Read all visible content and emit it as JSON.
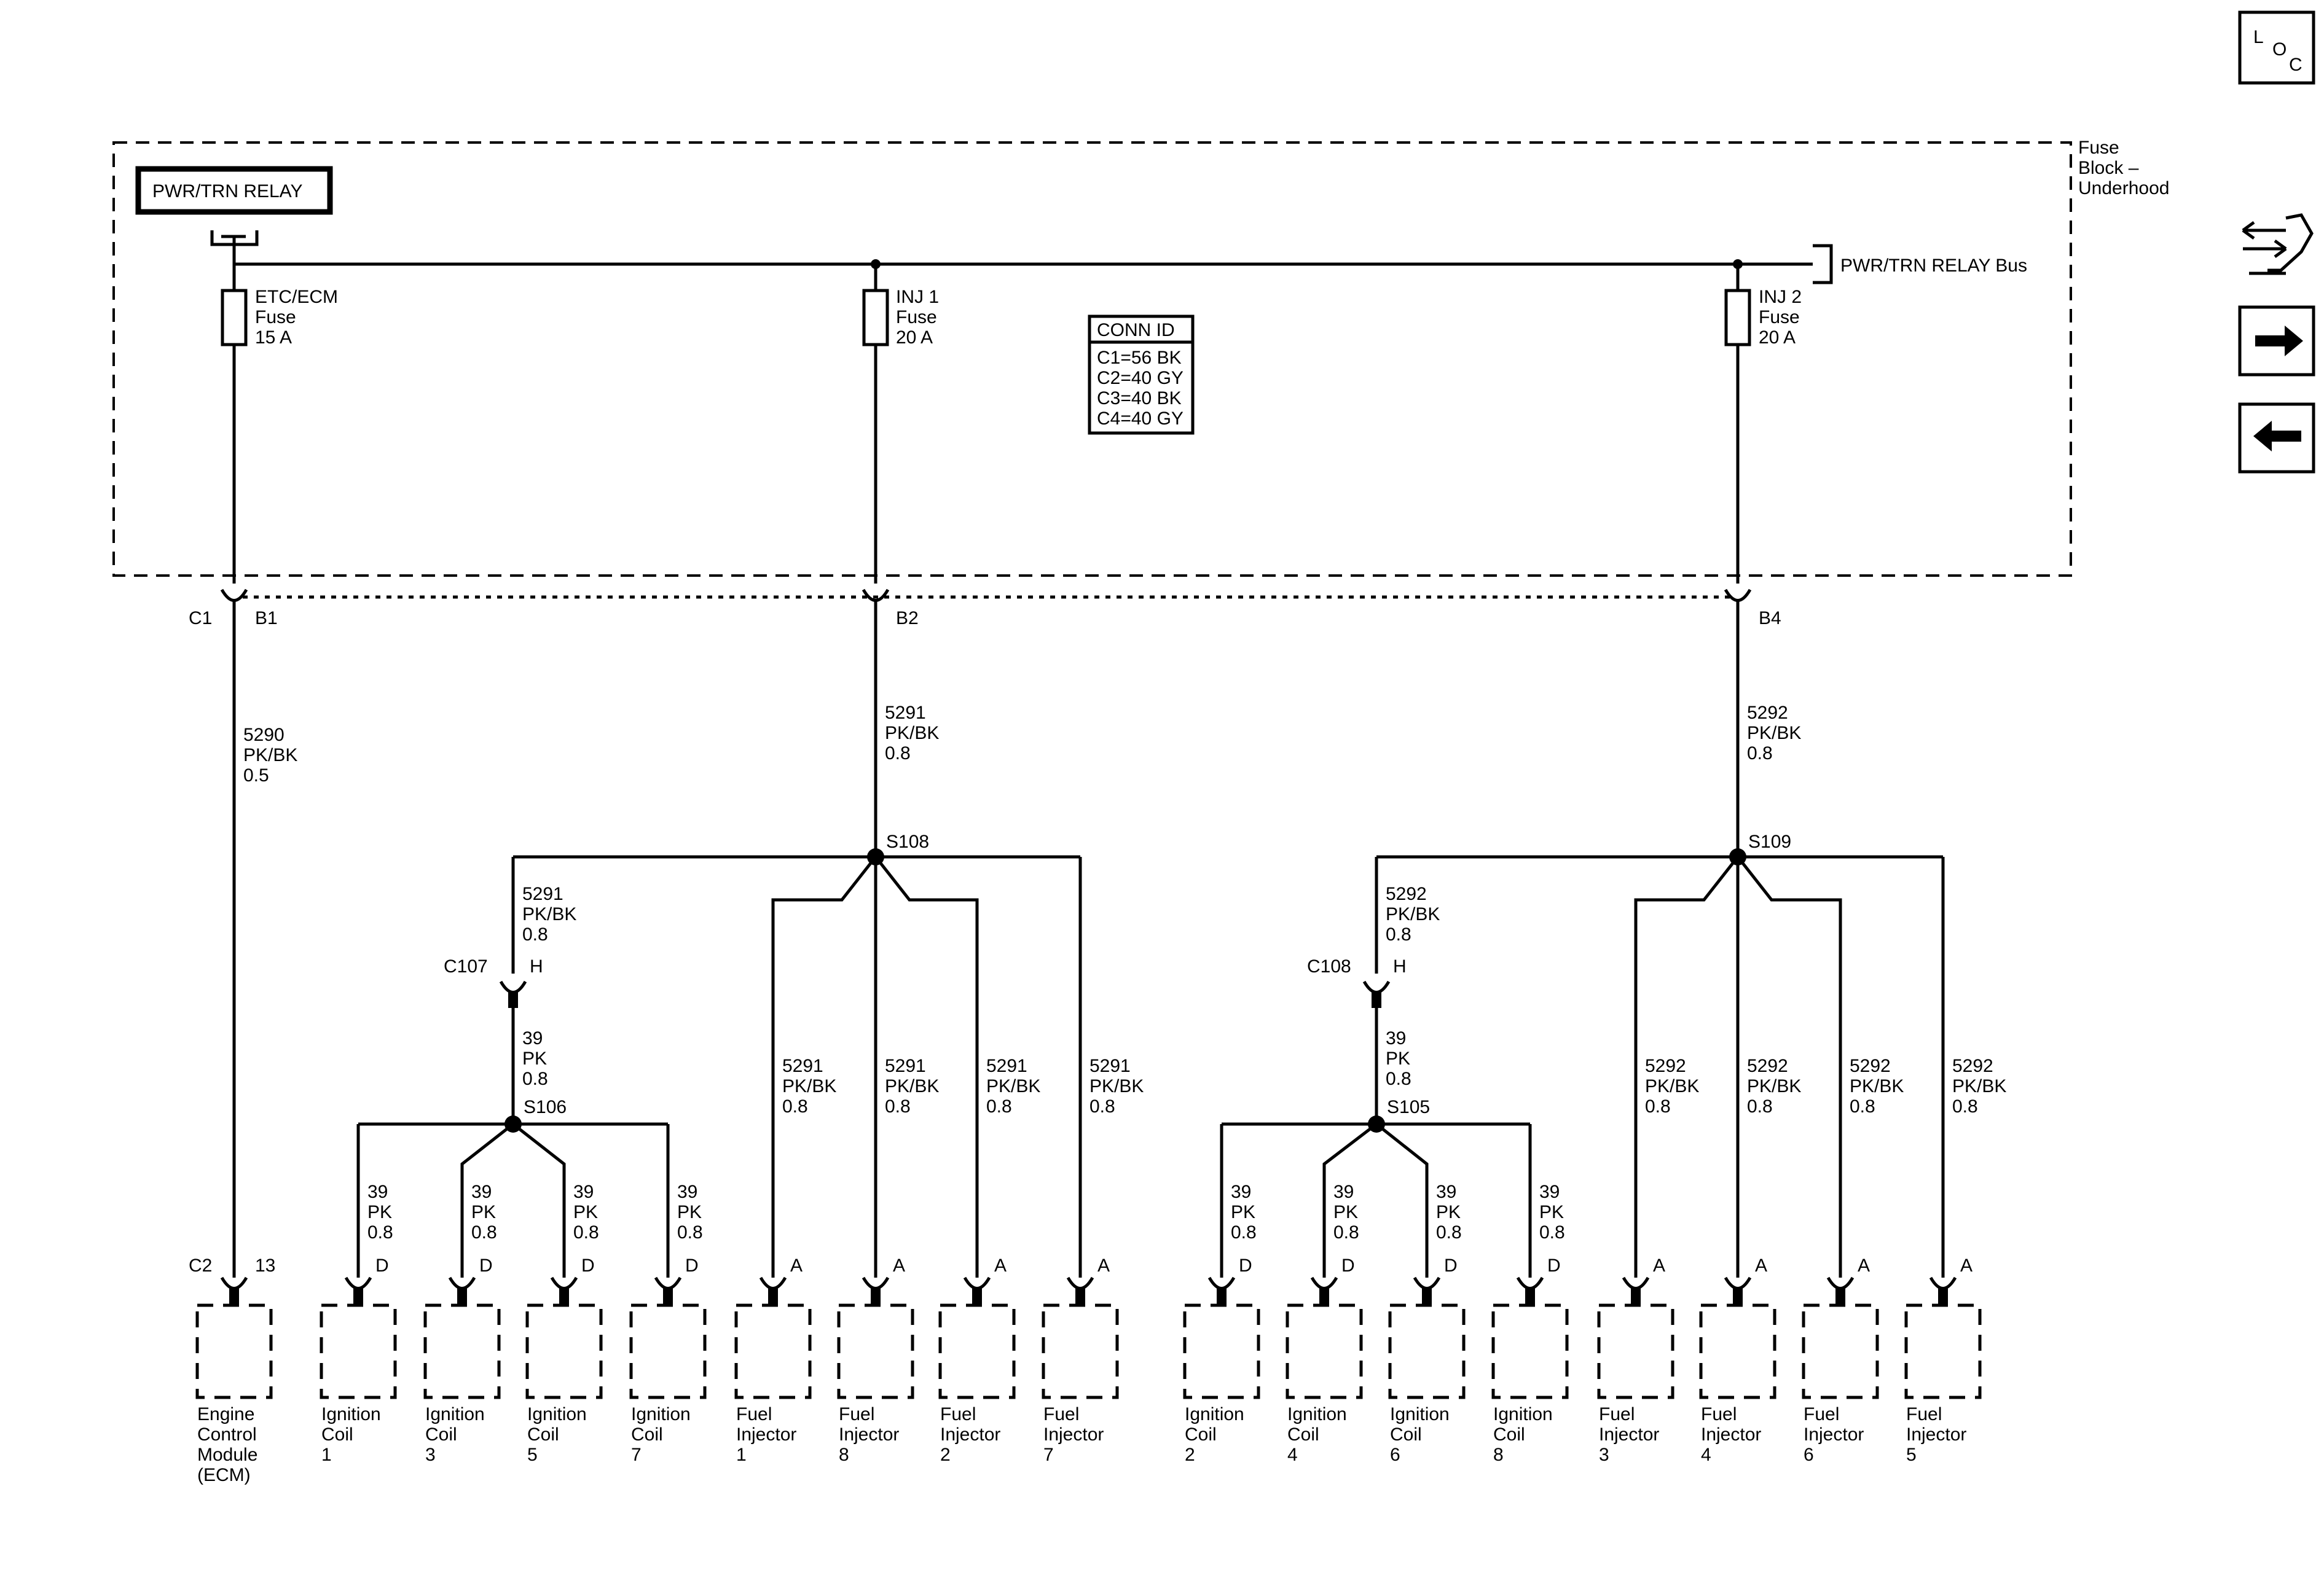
{
  "nav": {
    "loc_l": "L",
    "loc_o": "O",
    "loc_c": "C"
  },
  "fuse_block": {
    "label_line1": "Fuse",
    "label_line2": "Block –",
    "label_line3": "Underhood",
    "bus_label": "PWR/TRN RELAY Bus",
    "relay_label": "PWR/TRN RELAY"
  },
  "fuses": [
    {
      "name": "ETC/ECM",
      "word": "Fuse",
      "rating": "15 A"
    },
    {
      "name": "INJ 1",
      "word": "Fuse",
      "rating": "20 A"
    },
    {
      "name": "INJ 2",
      "word": "Fuse",
      "rating": "20 A"
    }
  ],
  "conn_id": {
    "title": "CONN ID",
    "lines": [
      "C1=56 BK",
      "C2=40 GY",
      "C3=40 BK",
      "C4=40 GY"
    ]
  },
  "connectors": {
    "c1": "C1",
    "b1": "B1",
    "b2": "B2",
    "b4": "B4",
    "c107": "C107",
    "c107_pin": "H",
    "c108": "C108",
    "c108_pin": "H",
    "c2": "C2",
    "c2_pin": "13"
  },
  "splices": {
    "s108": "S108",
    "s109": "S109",
    "s106": "S106",
    "s105": "S105"
  },
  "wires": {
    "w5290": [
      "5290",
      "PK/BK",
      "0.5"
    ],
    "w5291": [
      "5291",
      "PK/BK",
      "0.8"
    ],
    "w5292": [
      "5292",
      "PK/BK",
      "0.8"
    ],
    "w39": [
      "39",
      "PK",
      "0.8"
    ]
  },
  "components": [
    {
      "pin": "",
      "lines": [
        "Engine",
        "Control",
        "Module",
        "(ECM)"
      ]
    },
    {
      "pin": "D",
      "lines": [
        "Ignition",
        "Coil",
        "1"
      ]
    },
    {
      "pin": "D",
      "lines": [
        "Ignition",
        "Coil",
        "3"
      ]
    },
    {
      "pin": "D",
      "lines": [
        "Ignition",
        "Coil",
        "5"
      ]
    },
    {
      "pin": "D",
      "lines": [
        "Ignition",
        "Coil",
        "7"
      ]
    },
    {
      "pin": "A",
      "lines": [
        "Fuel",
        "Injector",
        "1"
      ]
    },
    {
      "pin": "A",
      "lines": [
        "Fuel",
        "Injector",
        "8"
      ]
    },
    {
      "pin": "A",
      "lines": [
        "Fuel",
        "Injector",
        "2"
      ]
    },
    {
      "pin": "A",
      "lines": [
        "Fuel",
        "Injector",
        "7"
      ]
    },
    {
      "pin": "D",
      "lines": [
        "Ignition",
        "Coil",
        "2"
      ]
    },
    {
      "pin": "D",
      "lines": [
        "Ignition",
        "Coil",
        "4"
      ]
    },
    {
      "pin": "D",
      "lines": [
        "Ignition",
        "Coil",
        "6"
      ]
    },
    {
      "pin": "D",
      "lines": [
        "Ignition",
        "Coil",
        "8"
      ]
    },
    {
      "pin": "A",
      "lines": [
        "Fuel",
        "Injector",
        "3"
      ]
    },
    {
      "pin": "A",
      "lines": [
        "Fuel",
        "Injector",
        "4"
      ]
    },
    {
      "pin": "A",
      "lines": [
        "Fuel",
        "Injector",
        "6"
      ]
    },
    {
      "pin": "A",
      "lines": [
        "Fuel",
        "Injector",
        "5"
      ]
    }
  ]
}
